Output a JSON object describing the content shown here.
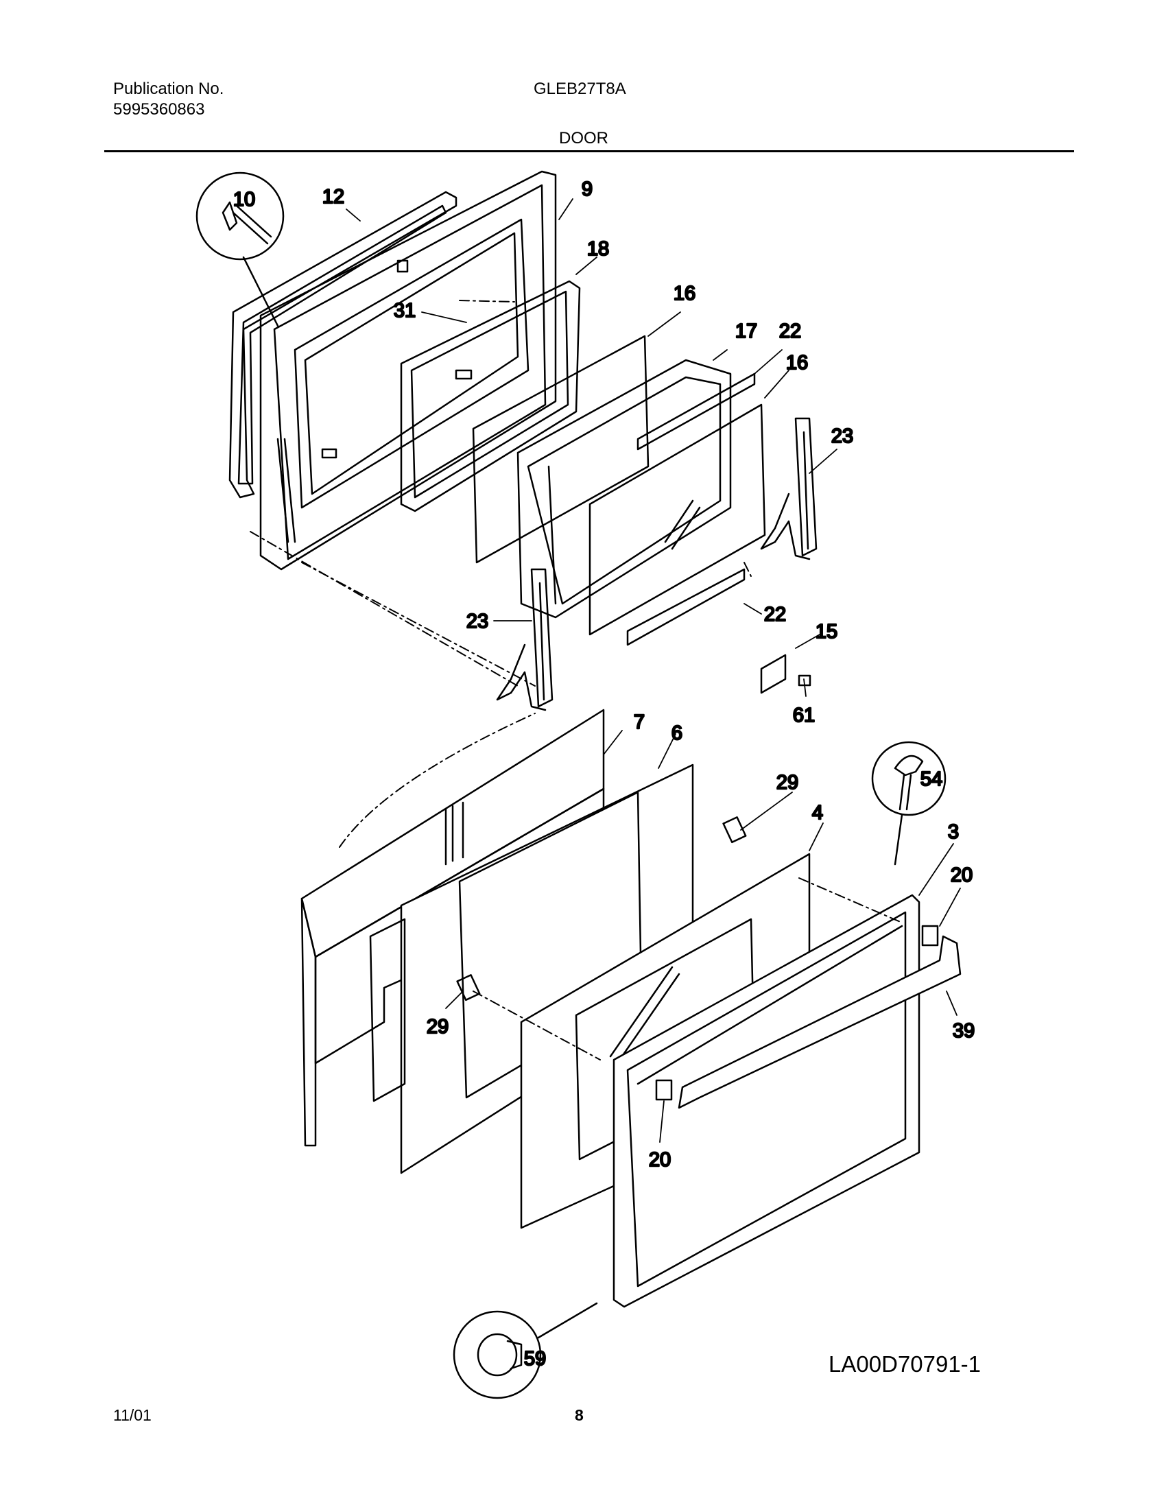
{
  "header": {
    "publication_label": "Publication No.",
    "publication_number": "5995360863",
    "model": "GLEB27T8A",
    "section": "DOOR"
  },
  "callouts": [
    {
      "id": "c10",
      "text": "10"
    },
    {
      "id": "c12",
      "text": "12"
    },
    {
      "id": "c9",
      "text": "9"
    },
    {
      "id": "c18",
      "text": "18"
    },
    {
      "id": "c16a",
      "text": "16"
    },
    {
      "id": "c31",
      "text": "31"
    },
    {
      "id": "c17",
      "text": "17"
    },
    {
      "id": "c22a",
      "text": "22"
    },
    {
      "id": "c16b",
      "text": "16"
    },
    {
      "id": "c23a",
      "text": "23"
    },
    {
      "id": "c23b",
      "text": "23"
    },
    {
      "id": "c22b",
      "text": "22"
    },
    {
      "id": "c15",
      "text": "15"
    },
    {
      "id": "c61",
      "text": "61"
    },
    {
      "id": "c7",
      "text": "7"
    },
    {
      "id": "c6",
      "text": "6"
    },
    {
      "id": "c29a",
      "text": "29"
    },
    {
      "id": "c54",
      "text": "54"
    },
    {
      "id": "c4",
      "text": "4"
    },
    {
      "id": "c3",
      "text": "3"
    },
    {
      "id": "c20a",
      "text": "20"
    },
    {
      "id": "c39",
      "text": "39"
    },
    {
      "id": "c29b",
      "text": "29"
    },
    {
      "id": "c20b",
      "text": "20"
    },
    {
      "id": "c59",
      "text": "59"
    }
  ],
  "footer": {
    "drawing_id": "LA00D70791-1",
    "date": "11/01",
    "page": "8"
  }
}
